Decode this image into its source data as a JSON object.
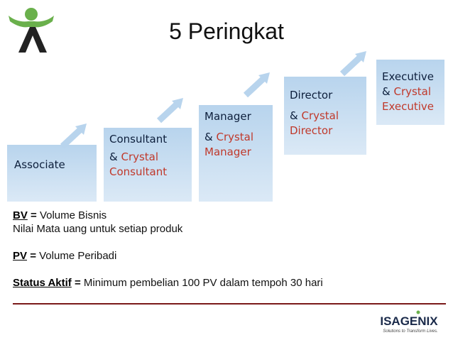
{
  "title": "5 Peringkat",
  "steps": [
    {
      "name": "Associate",
      "sub_prefix": "",
      "sub": ""
    },
    {
      "name": "Consultant",
      "sub_prefix": "& ",
      "sub": "Crystal Consultant"
    },
    {
      "name": "Manager",
      "sub_prefix": "& ",
      "sub": "Crystal Manager"
    },
    {
      "name": "Director",
      "sub_prefix": "& ",
      "sub": "Crystal Director"
    },
    {
      "name": "Executive",
      "sub_prefix": "& ",
      "sub": "Crystal Executive"
    }
  ],
  "notes": {
    "bv_term": "BV",
    "bv_eq": "=",
    "bv_def": "Volume Bisnis",
    "bv_line2": "Nilai Mata uang untuk setiap produk",
    "pv_term": "PV",
    "pv_eq": "=",
    "pv_def": "Volume Peribadi",
    "status_term": "Status Aktif",
    "status_eq": "=",
    "status_def": "Minimum pembelian 100 PV dalam tempoh 30 hari"
  },
  "brand": {
    "name": "ISAGENIX",
    "tagline": "Solutions to Transform Lives"
  },
  "colors": {
    "step_fill": "#b8d4ed",
    "step_text": "#0d1f3c",
    "crystal_text": "#c0392b",
    "divider": "#7a1a1a",
    "logo_green": "#6ab04c"
  }
}
